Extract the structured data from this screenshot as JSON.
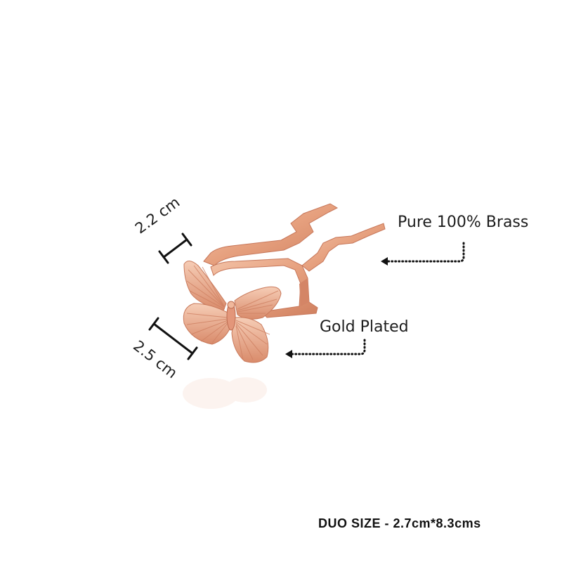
{
  "product": {
    "material_label": "Pure 100% Brass",
    "finish_label": "Gold Plated",
    "dimension_top": "2.2 cm",
    "dimension_bottom": "2.5 cm",
    "size_caption": "DUO SIZE - 2.7cm*8.3cms"
  },
  "colors": {
    "metal": "#e8a583",
    "metal_shadow": "#c9765a",
    "metal_highlight": "#f7d2bd",
    "ink": "#1c1c1c",
    "background": "#ffffff"
  },
  "icons": [
    "butterfly-hairpin-image",
    "dotted-arrow-icon",
    "dimension-bar-icon"
  ]
}
